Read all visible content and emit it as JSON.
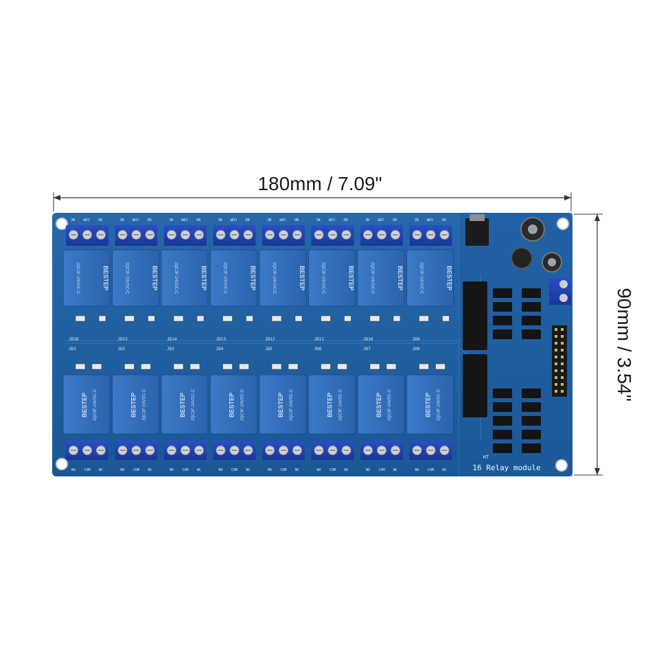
{
  "dimensions": {
    "width_label": "180mm / 7.09\"",
    "height_label": "90mm / 3.54\""
  },
  "board": {
    "module_label": "16 Relay module",
    "relay_brand": "BESTEP",
    "relay_model": "JQC3F-24VDC-C",
    "terminal_labels": [
      "NO",
      "COM",
      "NC"
    ],
    "top_channel_labels": [
      "JD16",
      "JD15",
      "JD14",
      "JD13",
      "JD12",
      "JD11",
      "JD10",
      "JD9"
    ],
    "bottom_channel_labels": [
      "JD1",
      "JD2",
      "JD3",
      "JD4",
      "JD5",
      "JD6",
      "JD7",
      "JD8"
    ],
    "corner_marking": "HT",
    "relay_count": 16,
    "colors": {
      "pcb": "#1f5fa0",
      "pcb_dark": "#174d86",
      "relay": "#2f6fc0",
      "terminal": "#1d3fb0",
      "chip": "#1a1a1a"
    }
  }
}
